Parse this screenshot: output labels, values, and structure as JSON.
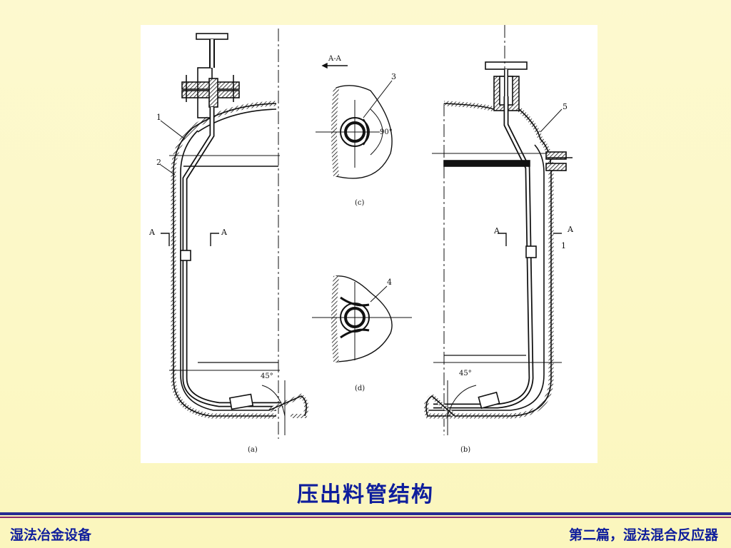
{
  "slide": {
    "title": "压出料管结构",
    "footer_left": "湿法冶金设备",
    "footer_right": "第二篇，湿法混合反应器"
  },
  "figure": {
    "section_label": "A-A",
    "angle_label_c": "90°",
    "angle_label_bottom": "45°",
    "part_numbers": [
      "1",
      "2",
      "3",
      "4",
      "5"
    ],
    "section_marker": "A",
    "subfigure_labels": {
      "a": "(a)",
      "b": "(b)",
      "c": "(c)",
      "d": "(d)"
    },
    "right_marker_1": "1"
  }
}
